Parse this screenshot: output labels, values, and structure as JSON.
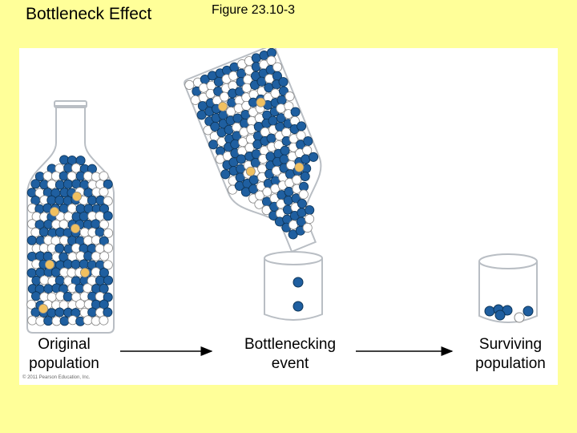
{
  "slide": {
    "title": "Bottleneck Effect",
    "figure_number": "Figure 23.10-3"
  },
  "stages": [
    {
      "label": "Original population"
    },
    {
      "label": "Bottlenecking event"
    },
    {
      "label": "Surviving population"
    }
  ],
  "copyright": "© 2011 Pearson Education, Inc.",
  "colors": {
    "background": "#ffff99",
    "blue_marble": "#1f5fa0",
    "white_marble": "#ffffff",
    "yellow_marble": "#f0c060",
    "glass": "#b9bec4"
  }
}
